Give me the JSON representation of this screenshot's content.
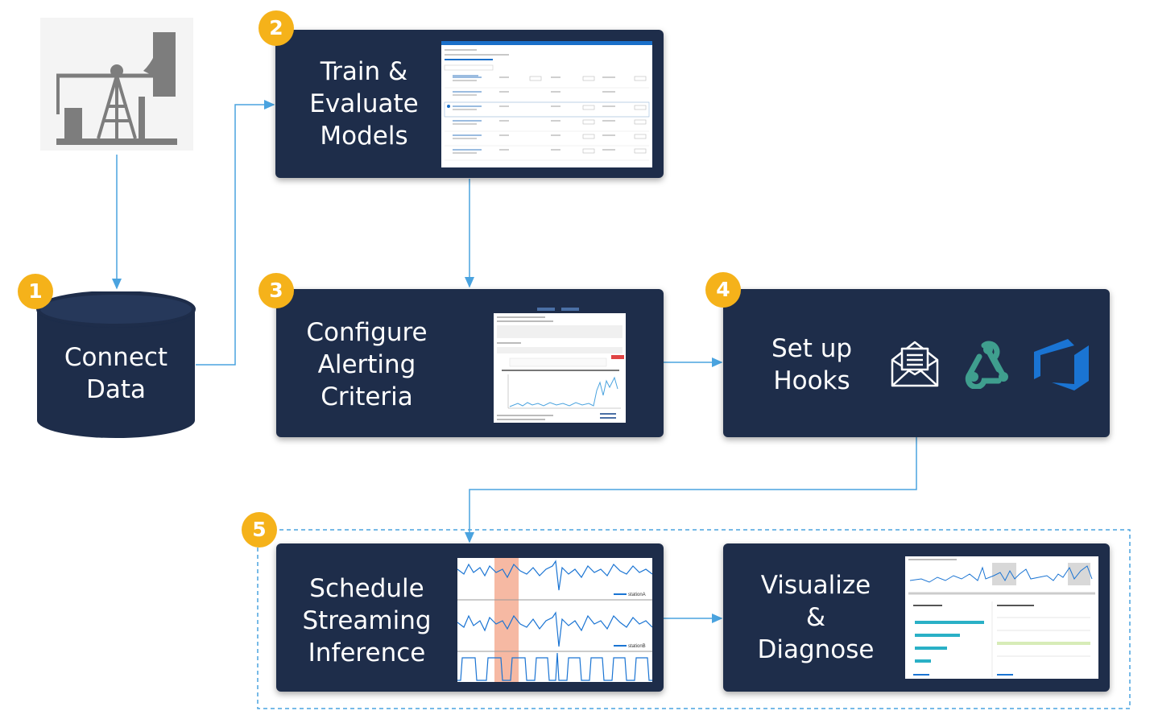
{
  "steps": [
    {
      "number": "1",
      "title": [
        "Connect",
        "Data"
      ]
    },
    {
      "number": "2",
      "title": [
        "Train &",
        "Evaluate",
        "Models"
      ]
    },
    {
      "number": "3",
      "title": [
        "Configure",
        "Alerting",
        "Criteria"
      ]
    },
    {
      "number": "4",
      "title": [
        "Set up",
        "Hooks"
      ]
    },
    {
      "number": "5",
      "title": [
        "Schedule",
        "Streaming",
        "Inference"
      ]
    },
    {
      "number": "",
      "title": [
        "Visualize",
        "&",
        "Diagnose"
      ]
    }
  ],
  "inference_thumbnail": {
    "legend_a": "stationA",
    "legend_b": "stationB"
  },
  "colors": {
    "card": "#1e2d4a",
    "badge": "#f5b21a",
    "connector": "#4aa3df",
    "pumpjack": "#7d7d7d",
    "webhook": "#3f9e8e",
    "azure": "#1a74d3"
  },
  "icons": [
    "oil-pumpjack-icon",
    "email-icon",
    "webhook-icon",
    "azure-devops-icon"
  ]
}
